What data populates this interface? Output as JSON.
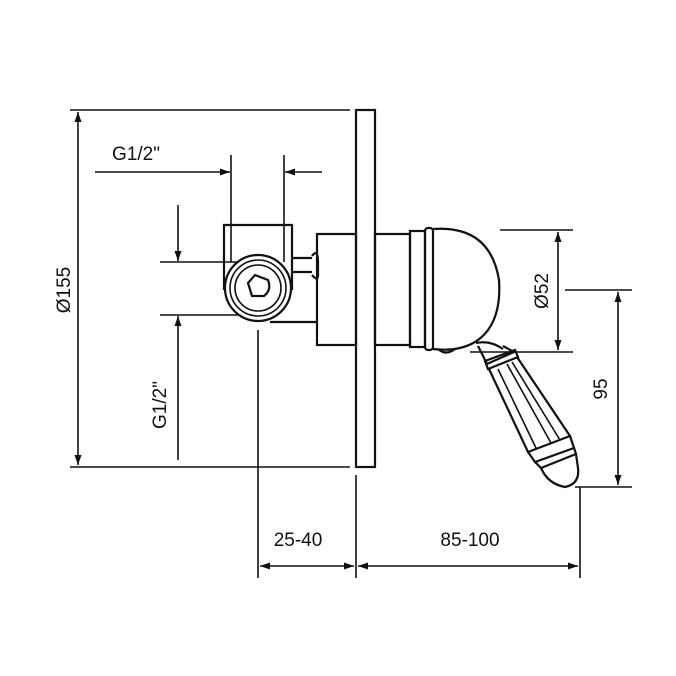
{
  "drawing": {
    "dimensions": {
      "plate_diameter": "Ø155",
      "top_connection": "G1/2\"",
      "side_connection": "G1/2\"",
      "escutcheon_diameter": "Ø52",
      "handle_height": "95",
      "wall_depth": "25-40",
      "projection": "85-100"
    }
  }
}
